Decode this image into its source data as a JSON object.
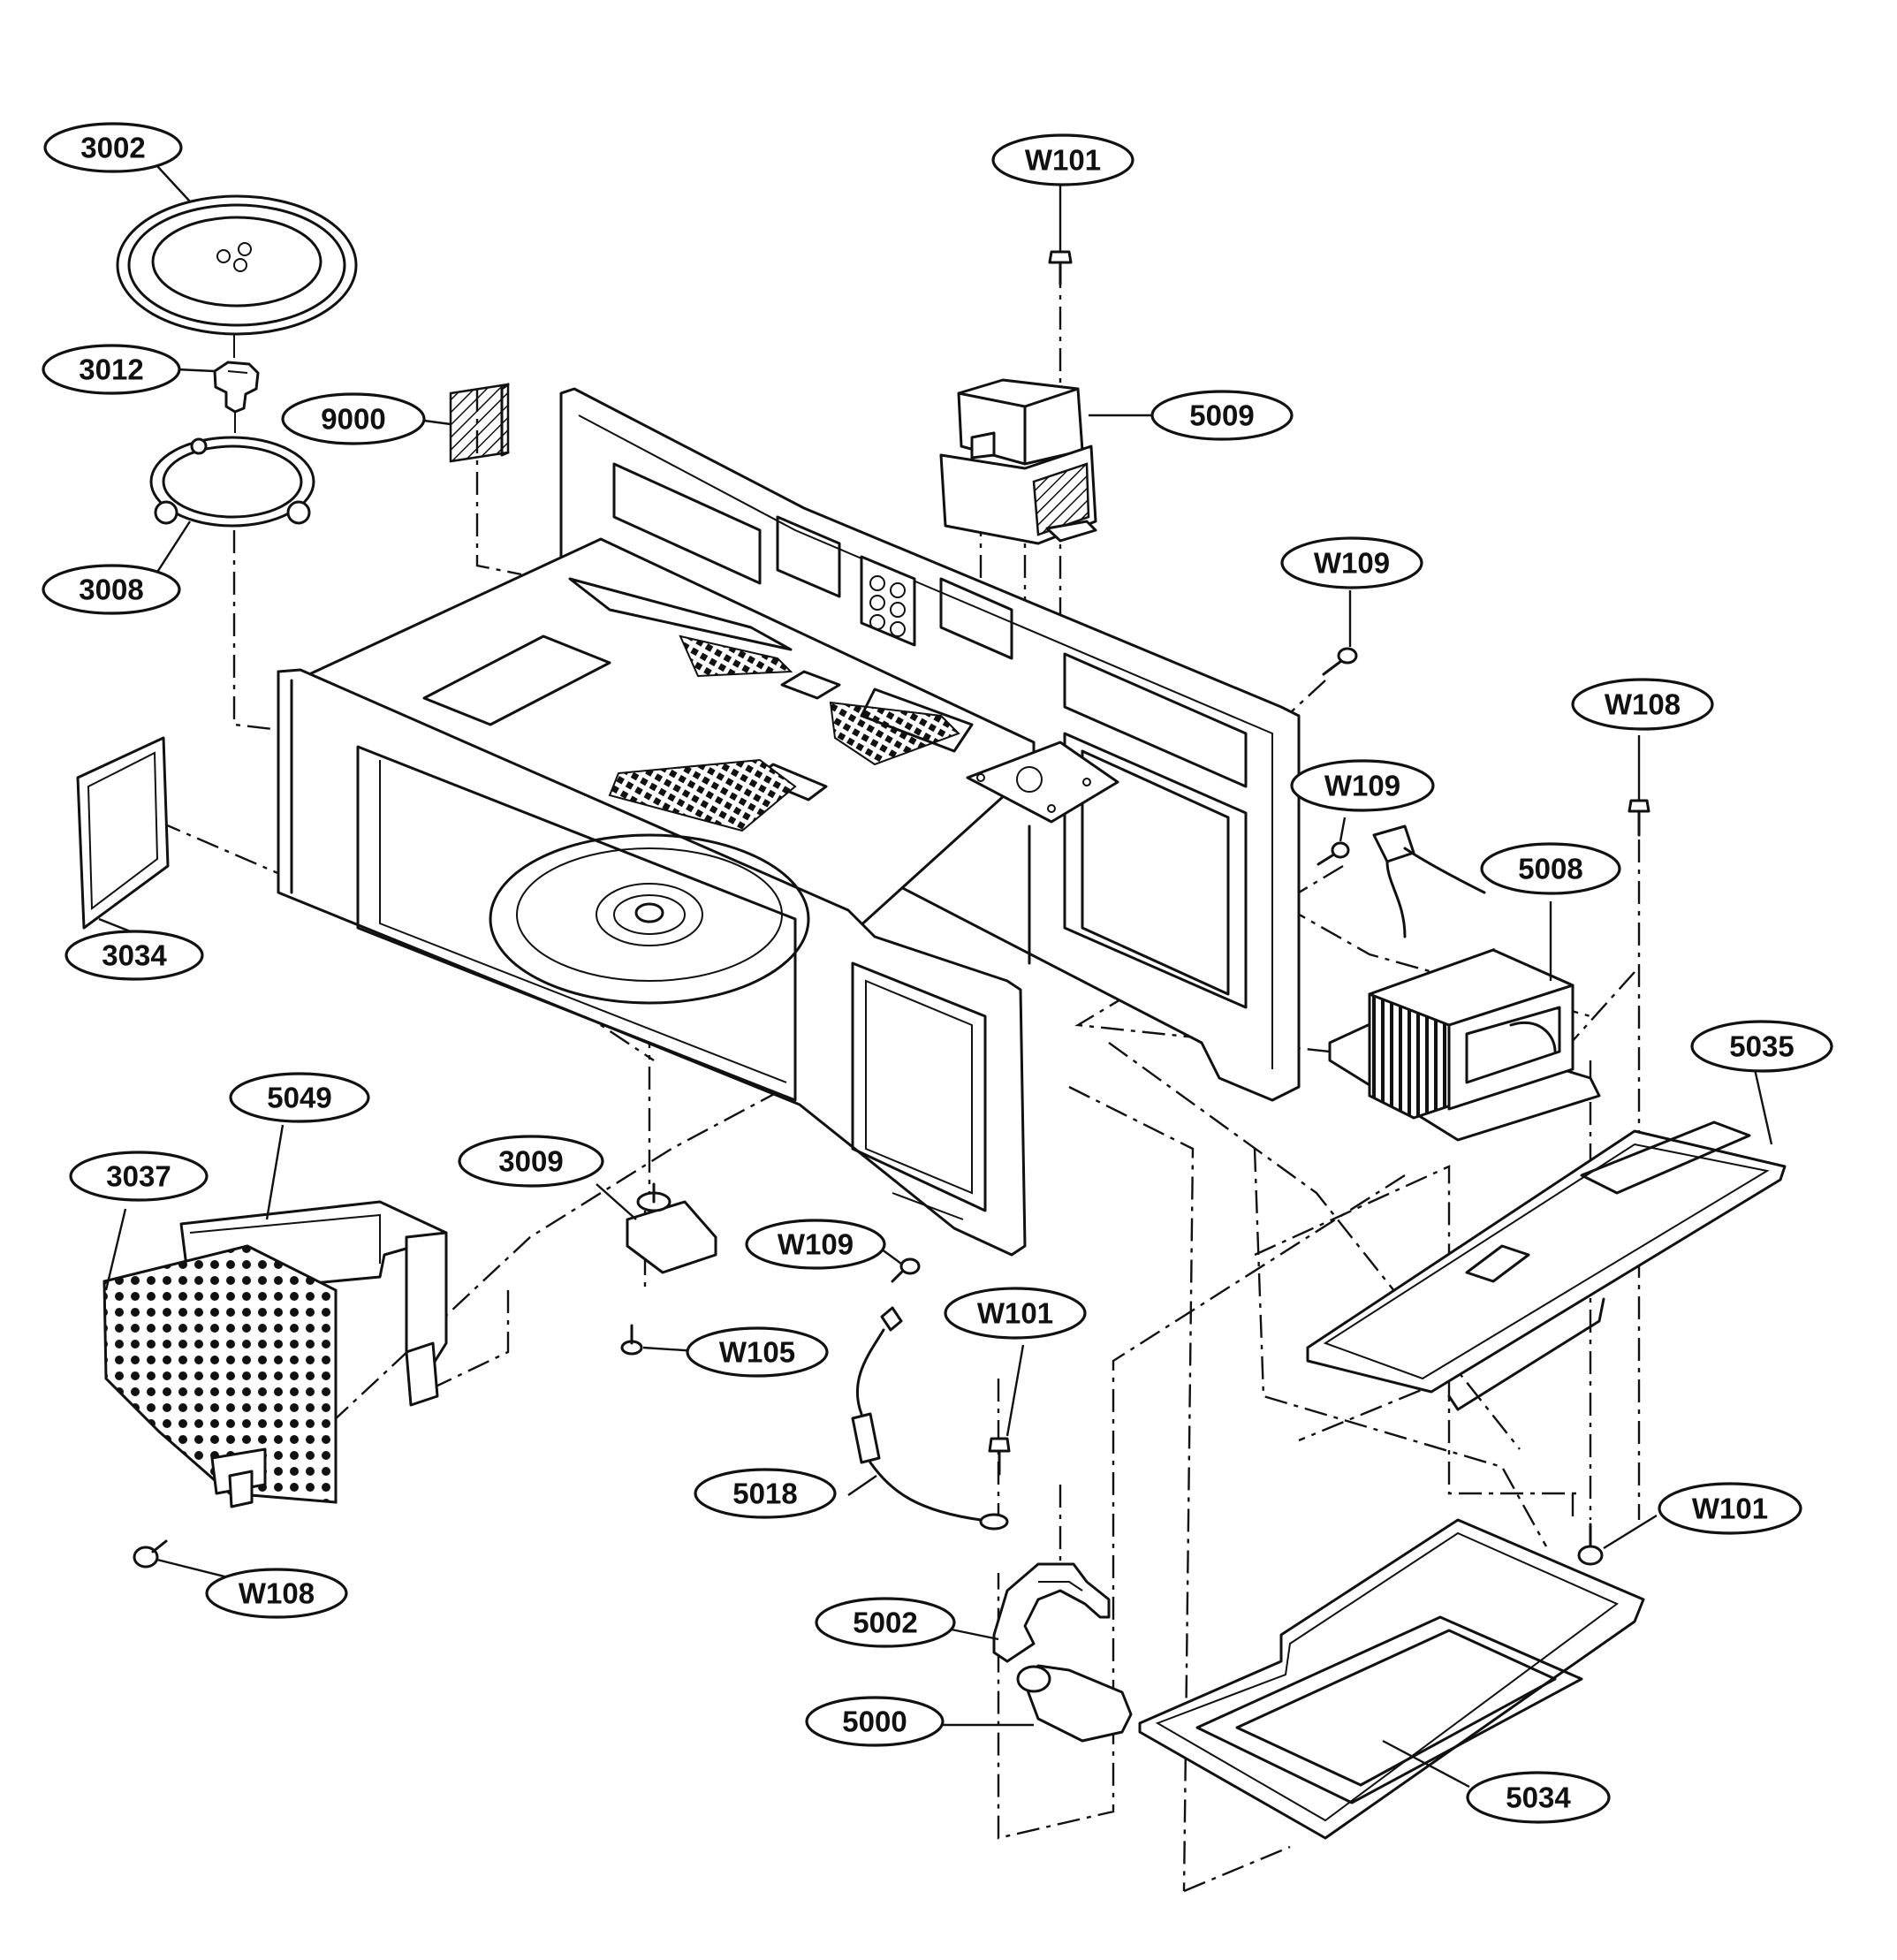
{
  "labels": {
    "p3002": "3002",
    "p3012": "3012",
    "p3008": "3008",
    "p9000": "9000",
    "p3034": "3034",
    "p5049": "5049",
    "p3037": "3037",
    "p3009": "3009",
    "w109_a": "W109",
    "w105": "W105",
    "w108_a": "W108",
    "w101_a": "W101",
    "p5009": "5009",
    "w109_b": "W109",
    "w109_c": "W109",
    "w108_b": "W108",
    "p5008": "5008",
    "p5035": "5035",
    "w101_b": "W101",
    "p5018": "5018",
    "w101_c": "W101",
    "p5002": "5002",
    "p5000": "5000",
    "p5034": "5034"
  }
}
